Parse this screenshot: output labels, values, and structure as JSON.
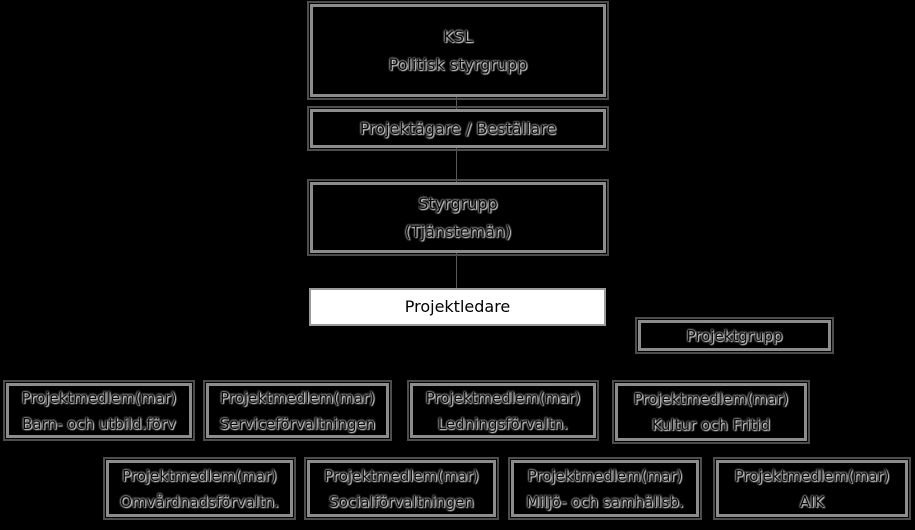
{
  "diagram": {
    "ksl": {
      "line1": "KSL",
      "line2": "Politisk styrgrupp"
    },
    "owner": {
      "label": "Projektägare / Beställare"
    },
    "steering": {
      "line1": "Styrgrupp",
      "line2": "(Tjänstemän)"
    },
    "leader": {
      "label": "Projektledare"
    },
    "group": {
      "label": "Projektgrupp"
    },
    "members": [
      {
        "title": "Projektmedlem(mar)",
        "dept": "Barn- och utbild.förv"
      },
      {
        "title": "Projektmedlem(mar)",
        "dept": "Serviceförvaltningen"
      },
      {
        "title": "Projektmedlem(mar)",
        "dept": "Ledningsförvaltn."
      },
      {
        "title": "Projektmedlem(mar)",
        "dept": "Kultur och Fritid"
      },
      {
        "title": "Projektmedlem(mar)",
        "dept": "Omvårdnadsförvaltn."
      },
      {
        "title": "Projektmedlem(mar)",
        "dept": "Socialförvaltningen"
      },
      {
        "title": "Projektmedlem(mar)",
        "dept": "Miljö- och samhällsb."
      },
      {
        "title": "Projektmedlem(mar)",
        "dept": "AIK"
      }
    ],
    "colors": {
      "background": "#000000",
      "border": "#8c8c8c",
      "highlight": "#ffffff"
    }
  }
}
